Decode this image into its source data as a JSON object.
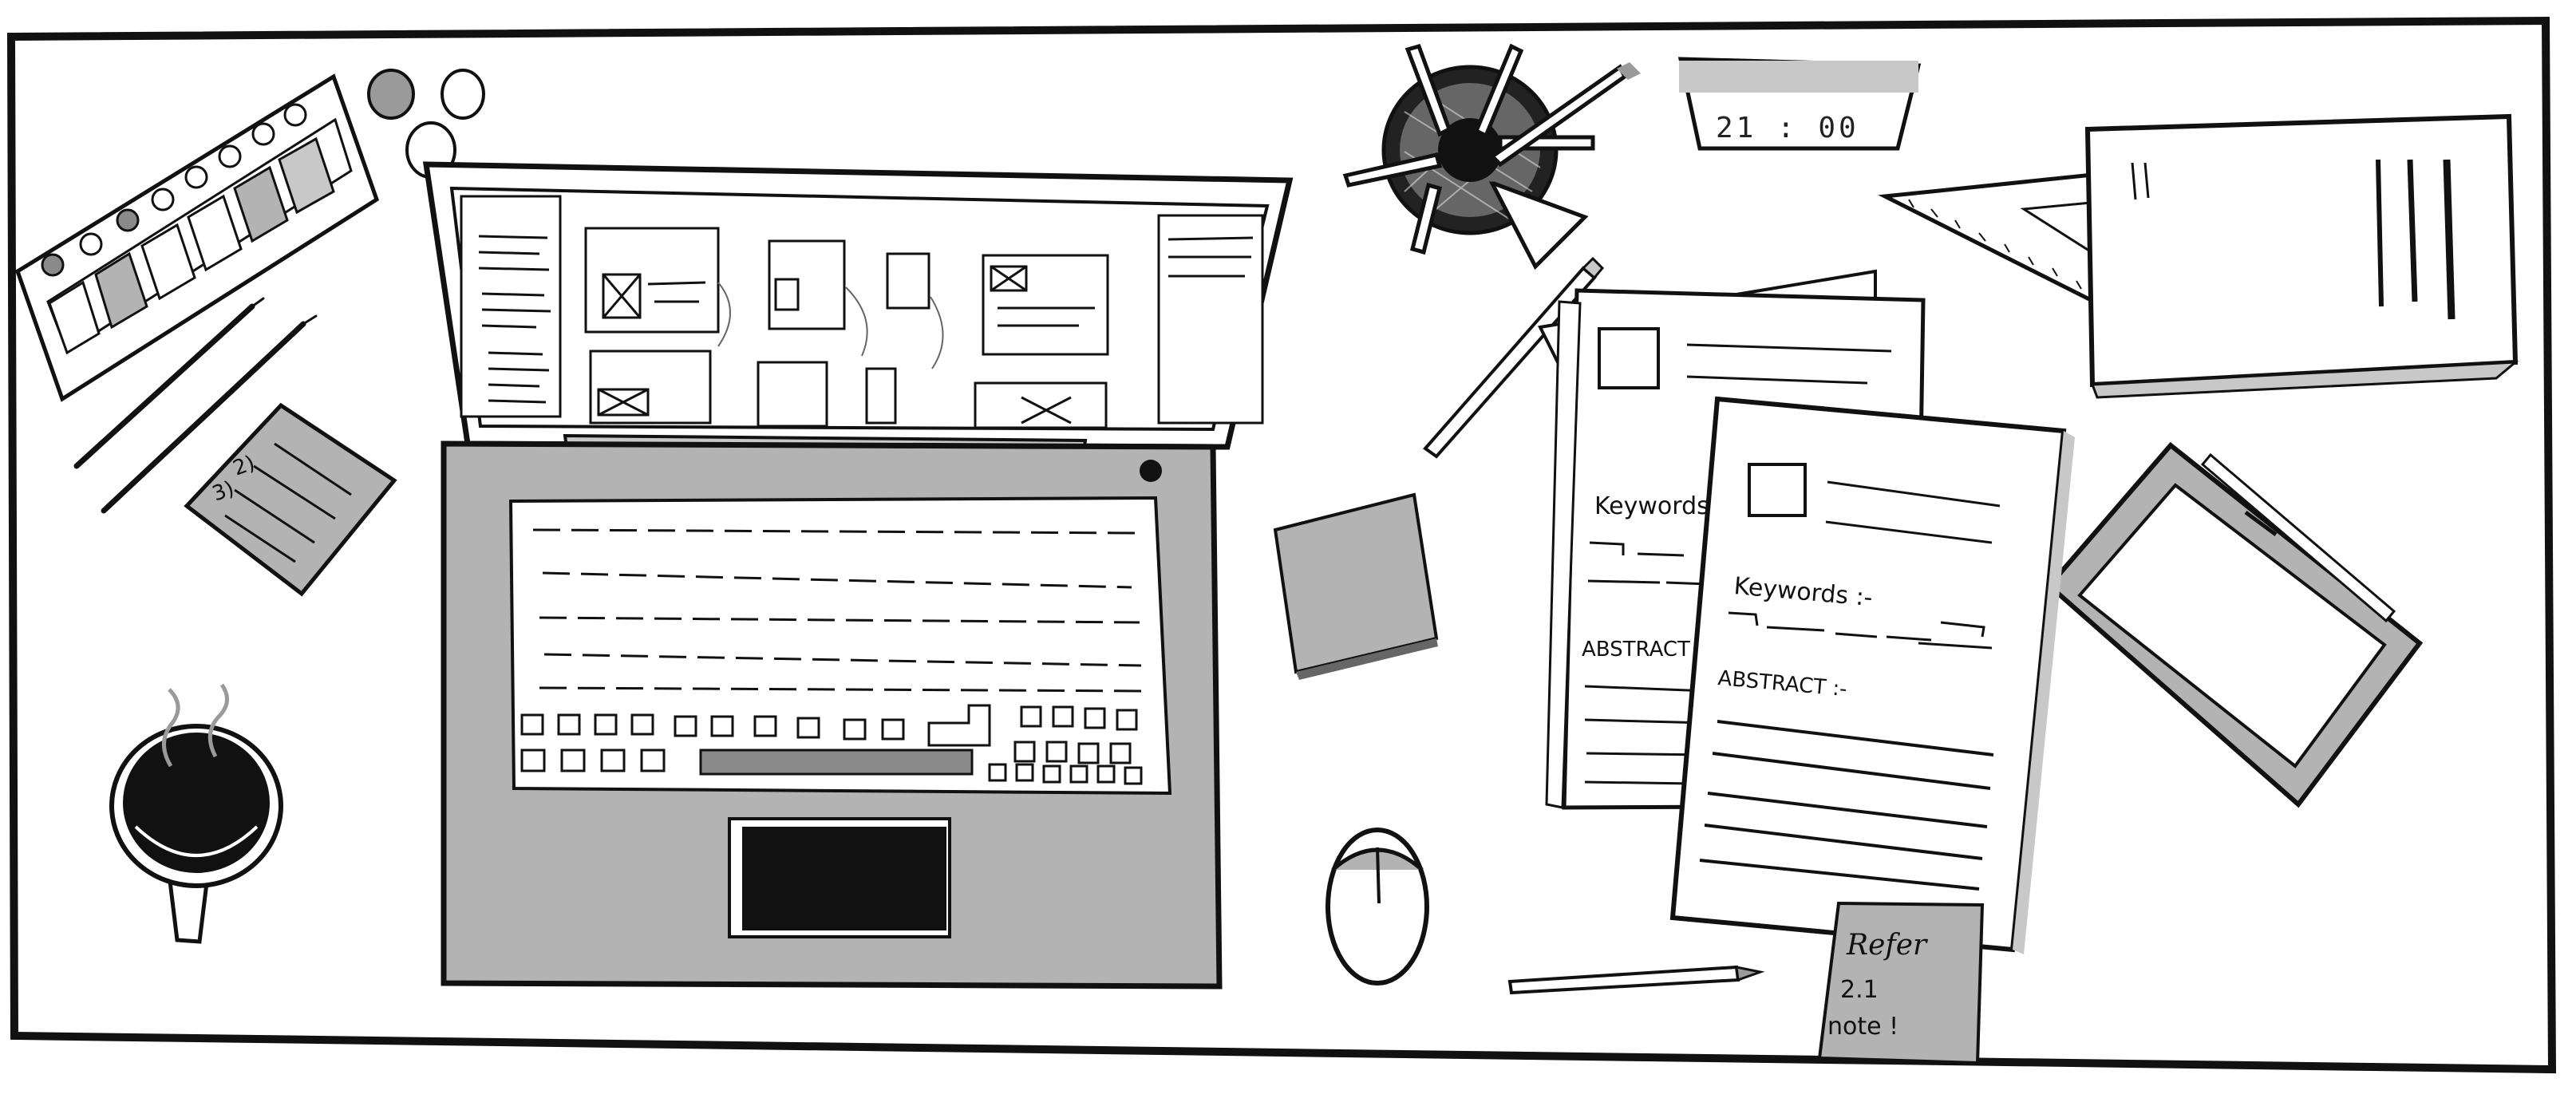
{
  "desk_clock": {
    "time": "21 : 00"
  },
  "paper_back": {
    "keywords_label": "Keywords",
    "abstract_label": "ABSTRACT"
  },
  "paper_front": {
    "keywords_label": "Keywords :-",
    "abstract_label": "ABSTRACT :-"
  },
  "sticky_note_list": {
    "item_2": "2)",
    "item_3": "3)"
  },
  "sticky_note_refer": {
    "line_1": "Refer",
    "line_2": "2.1",
    "line_3": "note !"
  },
  "colors": {
    "ink": "#111111",
    "paper": "#ffffff",
    "shade_light": "#c8c8c8",
    "shade_mid": "#b3b3b3",
    "shade_dark": "#8a8a8a"
  }
}
